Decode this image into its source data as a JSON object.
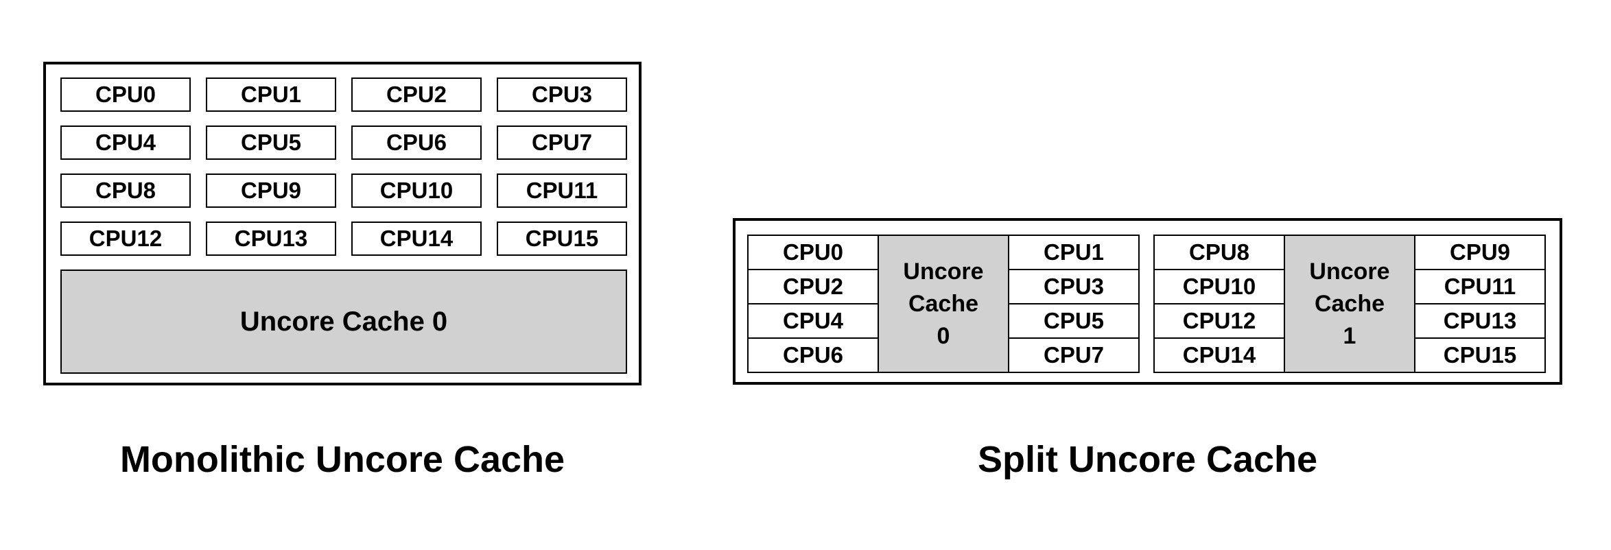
{
  "colors": {
    "background": "#ffffff",
    "border": "#000000",
    "cache_fill": "#d1d1d1"
  },
  "diagrams": [
    {
      "id": "monolithic",
      "title": "Monolithic Uncore Cache",
      "cpus": [
        "CPU0",
        "CPU1",
        "CPU2",
        "CPU3",
        "CPU4",
        "CPU5",
        "CPU6",
        "CPU7",
        "CPU8",
        "CPU9",
        "CPU10",
        "CPU11",
        "CPU12",
        "CPU13",
        "CPU14",
        "CPU15"
      ],
      "cache_label": "Uncore Cache 0"
    },
    {
      "id": "split",
      "title": "Split Uncore Cache",
      "clusters": [
        {
          "left_cpus": [
            "CPU0",
            "CPU2",
            "CPU4",
            "CPU6"
          ],
          "cache_lines": [
            "Uncore",
            "Cache",
            "0"
          ],
          "right_cpus": [
            "CPU1",
            "CPU3",
            "CPU5",
            "CPU7"
          ]
        },
        {
          "left_cpus": [
            "CPU8",
            "CPU10",
            "CPU12",
            "CPU14"
          ],
          "cache_lines": [
            "Uncore",
            "Cache",
            "1"
          ],
          "right_cpus": [
            "CPU9",
            "CPU11",
            "CPU13",
            "CPU15"
          ]
        }
      ]
    }
  ]
}
